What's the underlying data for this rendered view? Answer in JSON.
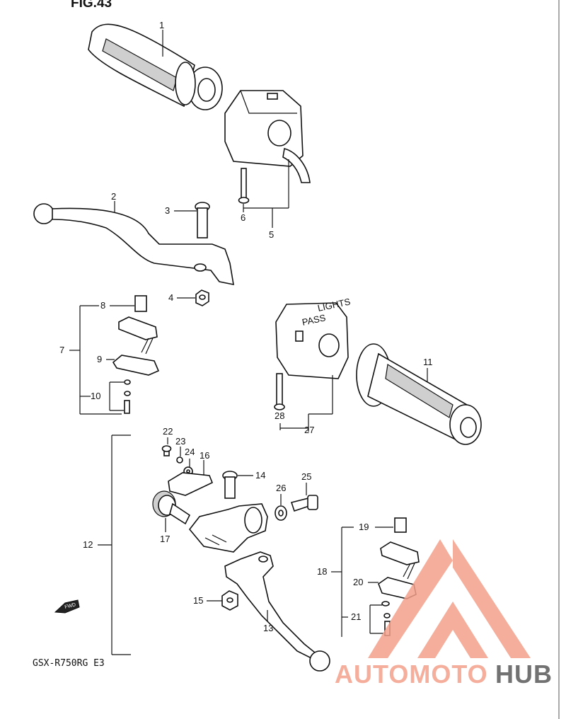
{
  "figure_title": "FIG.43",
  "model_code": "GSX-R750RG  E3",
  "fwd_tag": "FWD",
  "switch_text_left": "PASS",
  "switch_text_right": "LIGHTS",
  "callouts": [
    "1",
    "2",
    "3",
    "4",
    "5",
    "6",
    "7",
    "8",
    "9",
    "10",
    "11",
    "12",
    "13",
    "14",
    "15",
    "16",
    "17",
    "18",
    "19",
    "20",
    "21",
    "22",
    "23",
    "24",
    "25",
    "26",
    "27",
    "28"
  ],
  "watermark": {
    "part1": "AUTOMOTO",
    "part2": "HUB",
    "accent_color": "#f4a08a",
    "dark_color": "#5a5a5a"
  }
}
